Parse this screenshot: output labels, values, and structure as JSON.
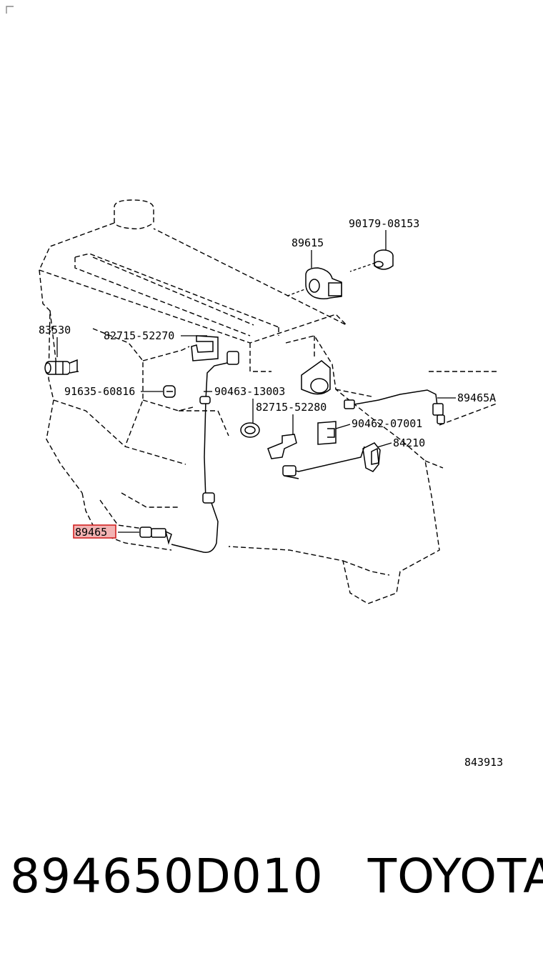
{
  "labels": {
    "p90179": "90179-08153",
    "p89615": "89615",
    "p83530": "83530",
    "p82715a": "82715-52270",
    "p91635": "91635-60816",
    "p90463": "90463-13003",
    "p89465a": "89465A",
    "p82715b": "82715-52280",
    "p90462": "90462-07001",
    "p84210": "84210",
    "p89465": "89465"
  },
  "diagram_number": "843913",
  "footer": {
    "part_number": "894650D010",
    "brand": "TOYOTA"
  },
  "highlight_color": "#d22222"
}
